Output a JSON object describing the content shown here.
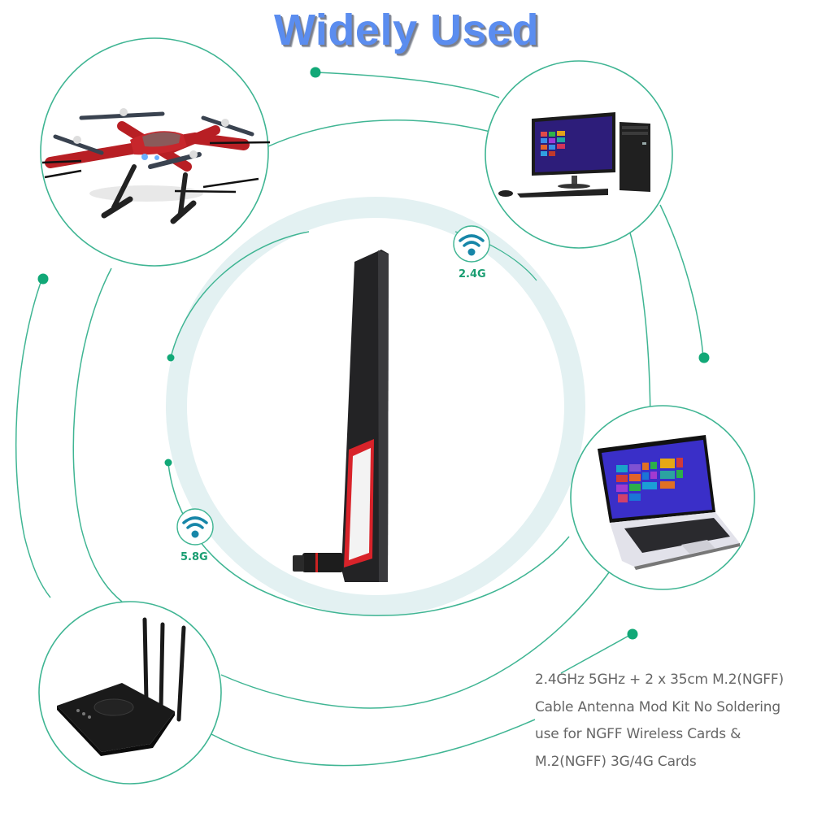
{
  "header": {
    "title": "Widely Used",
    "title_color": "#5b8def"
  },
  "theme": {
    "line_color": "#3fb593",
    "dot_color": "#11a877",
    "ring_color": "#e3f1f2",
    "text_gray": "#666666",
    "band_text_color": "#1a9e72",
    "wifi_icon_color": "#1786a8"
  },
  "bands": [
    {
      "label": "2.4G",
      "icon": "wifi-icon"
    },
    {
      "label": "5.8G",
      "icon": "wifi-icon"
    }
  ],
  "devices": [
    {
      "name": "drone",
      "icon": "drone-icon"
    },
    {
      "name": "desktop-pc",
      "icon": "desktop-computer-icon"
    },
    {
      "name": "laptop",
      "icon": "laptop-icon"
    },
    {
      "name": "router",
      "icon": "router-icon"
    }
  ],
  "product": {
    "name": "antenna",
    "body_color": "#232325",
    "accent_color": "#d8232a"
  },
  "caption": {
    "lines": [
      "2.4GHz 5GHz + 2 x 35cm M.2(NGFF)",
      "Cable Antenna Mod Kit No Soldering",
      "use for NGFF Wireless Cards &",
      "M.2(NGFF) 3G/4G Cards"
    ]
  }
}
